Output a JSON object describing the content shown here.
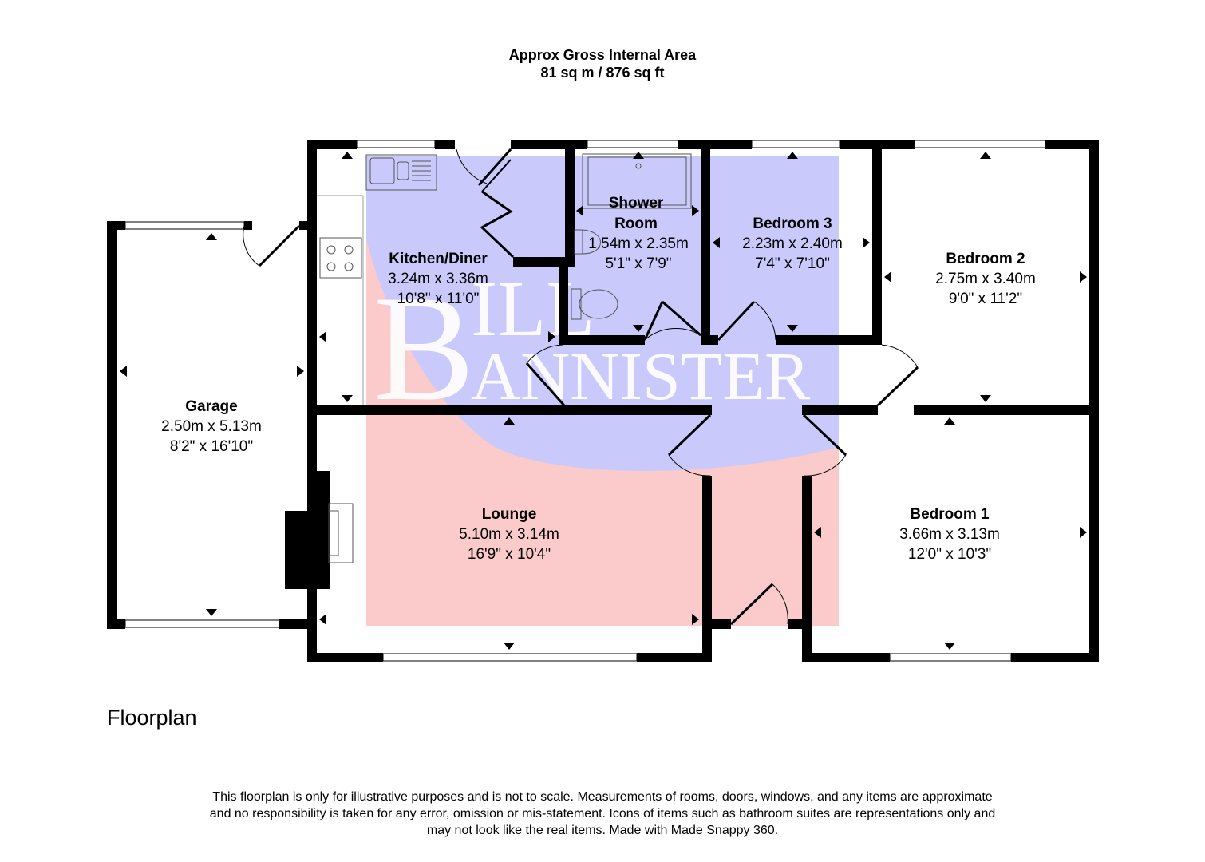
{
  "header": {
    "line1": "Approx Gross Internal Area",
    "line2": "81 sq m / 876 sq ft"
  },
  "watermark": {
    "text_top": "ILL",
    "text_bottom": "ANNISTER",
    "initial": "B",
    "colors": {
      "blue": "#c9c9fb",
      "pink": "#fbcaca"
    }
  },
  "rooms": [
    {
      "id": "kitchen",
      "name": "Kitchen/Diner",
      "metric": "3.24m x 3.36m",
      "imperial": "10'8\" x 11'0\""
    },
    {
      "id": "shower",
      "name_line1": "Shower",
      "name_line2": "Room",
      "metric": "1.54m x 2.35m",
      "imperial": "5'1\" x 7'9\""
    },
    {
      "id": "bed3",
      "name": "Bedroom 3",
      "metric": "2.23m x 2.40m",
      "imperial": "7'4\" x 7'10\""
    },
    {
      "id": "bed2",
      "name": "Bedroom 2",
      "metric": "2.75m x 3.40m",
      "imperial": "9'0\" x 11'2\""
    },
    {
      "id": "garage",
      "name": "Garage",
      "metric": "2.50m x 5.13m",
      "imperial": "8'2\" x 16'10\""
    },
    {
      "id": "lounge",
      "name": "Lounge",
      "metric": "5.10m x 3.14m",
      "imperial": "16'9\" x 10'4\""
    },
    {
      "id": "bed1",
      "name": "Bedroom 1",
      "metric": "3.66m x 3.13m",
      "imperial": "12'0\" x 10'3\""
    }
  ],
  "caption": "Floorplan",
  "disclaimer": [
    "This floorplan is only for illustrative purposes and is not to scale. Measurements of rooms, doors, windows, and any items are approximate",
    "and no responsibility is taken for any error, omission or mis-statement. Icons of items such as bathroom suites are representations only and",
    "may not look like the real items. Made with Made Snappy 360."
  ]
}
